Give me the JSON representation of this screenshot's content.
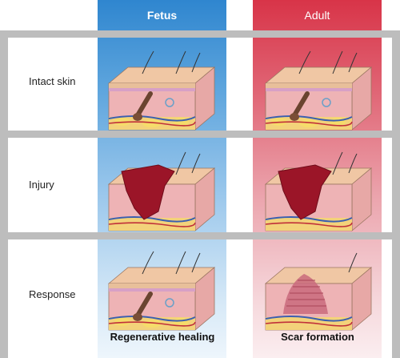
{
  "columns": {
    "fetus": "Fetus",
    "adult": "Adult"
  },
  "rows": {
    "intact": "Intact skin",
    "injury": "Injury",
    "response": "Response"
  },
  "outcomes": {
    "fetus": "Regenerative healing",
    "adult": "Scar formation"
  },
  "colors": {
    "fetus_accent": "#2f86cf",
    "adult_accent": "#d83448",
    "panel_border": "#bdbdbd",
    "wound": "#9b1528",
    "scar": "#c96a7c"
  }
}
